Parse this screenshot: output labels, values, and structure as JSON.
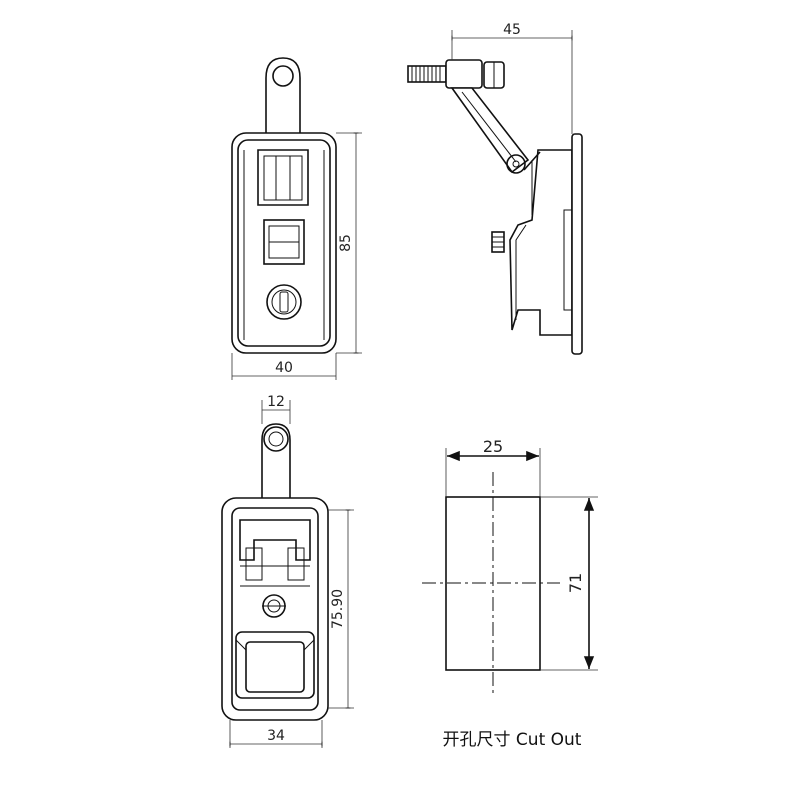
{
  "dimensions": {
    "front_height": "85",
    "front_width": "40",
    "side_width": "45",
    "rear_handle_width": "12",
    "rear_height": "75.90",
    "rear_width": "34",
    "cutout_width": "25",
    "cutout_height": "71"
  },
  "caption": "开孔尺寸 Cut Out"
}
